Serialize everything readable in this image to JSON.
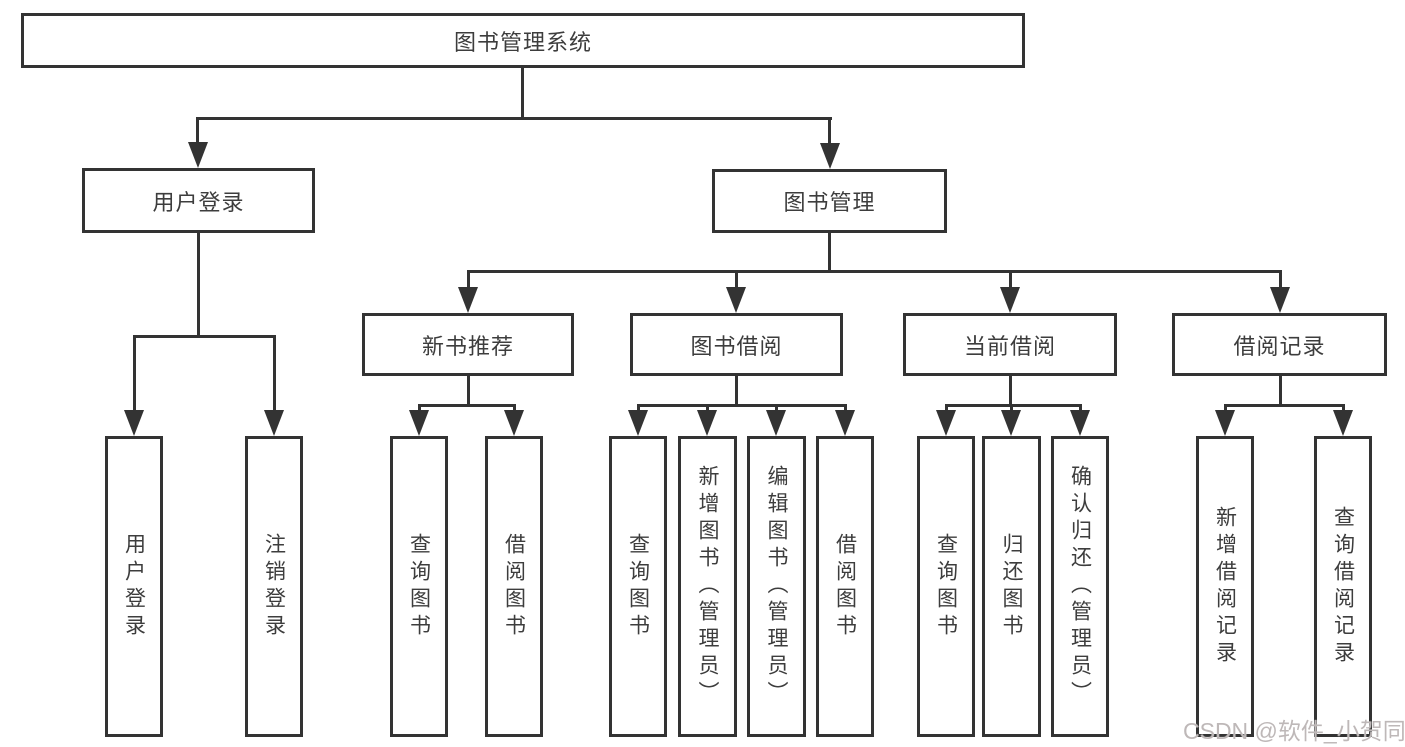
{
  "diagram": {
    "title": "图书管理系统",
    "branches": [
      {
        "label": "用户登录",
        "leaves": [
          "用户登录",
          "注销登录"
        ]
      },
      {
        "label": "图书管理",
        "groups": [
          {
            "label": "新书推荐",
            "leaves": [
              "查询图书",
              "借阅图书"
            ]
          },
          {
            "label": "图书借阅",
            "leaves": [
              "查询图书",
              "新增图书（管理员）",
              "编辑图书（管理员）",
              "借阅图书"
            ]
          },
          {
            "label": "当前借阅",
            "leaves": [
              "查询图书",
              "归还图书",
              "确认归还（管理员）"
            ]
          },
          {
            "label": "借阅记录",
            "leaves": [
              "新增借阅记录",
              "查询借阅记录"
            ]
          }
        ]
      }
    ]
  },
  "colors": {
    "line": "#333333",
    "text": "#3d3d3d",
    "box_background": "#ffffff",
    "watermark": "#bab4b4"
  },
  "watermark": "CSDN @软件_小贺同学"
}
